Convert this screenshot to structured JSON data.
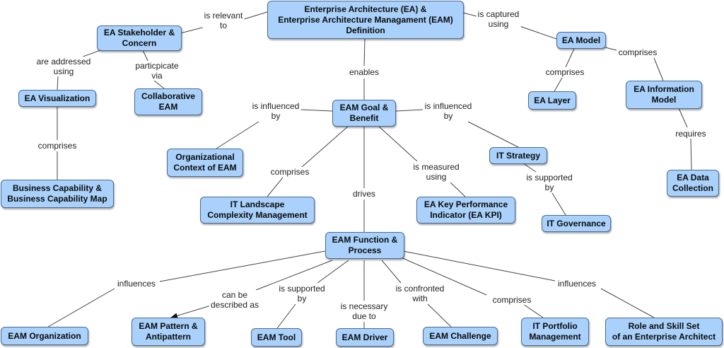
{
  "nodes": {
    "ea_eam_definition": "Enterprise Architecture (EA) &\nEnterprise Architecture Managament (EAM)\nDefinition",
    "ea_stakeholder": "EA Stakeholder &\nConcern",
    "ea_model": "EA Model",
    "ea_visualization": "EA Visualization",
    "collaborative_eam": "Collaborative\nEAM",
    "eam_goal": "EAM Goal &\nBenefit",
    "ea_layer": "EA Layer",
    "ea_information_model": "EA Information\nModel",
    "org_context": "Organizational\nContext of EAM",
    "it_strategy": "IT Strategy",
    "ea_data_collection": "EA Data\nCollection",
    "business_capability": "Business Capability &\nBusiness Capability Map",
    "it_landscape": "IT Landscape\nComplexity Management",
    "ea_kpi": "EA Key Performance\nIndicator (EA KPI)",
    "it_governance": "IT Governance",
    "eam_function": "EAM Function &\nProcess",
    "eam_organization": "EAM Organization",
    "eam_pattern": "EAM Pattern &\nAntipattern",
    "eam_tool": "EAM Tool",
    "eam_driver": "EAM Driver",
    "eam_challenge": "EAM Challenge",
    "it_portfolio": "IT Portfolio\nManagement",
    "role_skill": "Role and Skill Set\nof an Enterprise Architect"
  },
  "labels": {
    "is_relevant_to": "is relevant\nto",
    "is_captured_using": "is captured\nusing",
    "are_addressed_using": "are addressed\nusing",
    "participate_via": "particpicate\nvia",
    "enables": "enables",
    "model_comprises": "comprises",
    "model_comprises_2": "comprises",
    "viz_comprises": "comprises",
    "is_influenced_by_left": "is influenced\nby",
    "is_influenced_by_right": "is influenced\nby",
    "requires": "requires",
    "goal_comprises": "comprises",
    "is_measured_using": "is measured\nusing",
    "is_supported_by_gov": "is supported\nby",
    "drives": "drives",
    "influences_left": "influences",
    "can_be_described_as": "can be\ndescribed as",
    "is_supported_by_tool": "is supported\nby",
    "is_necessary_due_to": "is necessary\ndue to",
    "is_confronted_with": "is confronted\nwith",
    "function_comprises": "comprises",
    "influences_right": "influences"
  },
  "colors": {
    "node_fill": "#a9d1fb",
    "node_border": "#4a6b93",
    "edge": "#444444"
  }
}
